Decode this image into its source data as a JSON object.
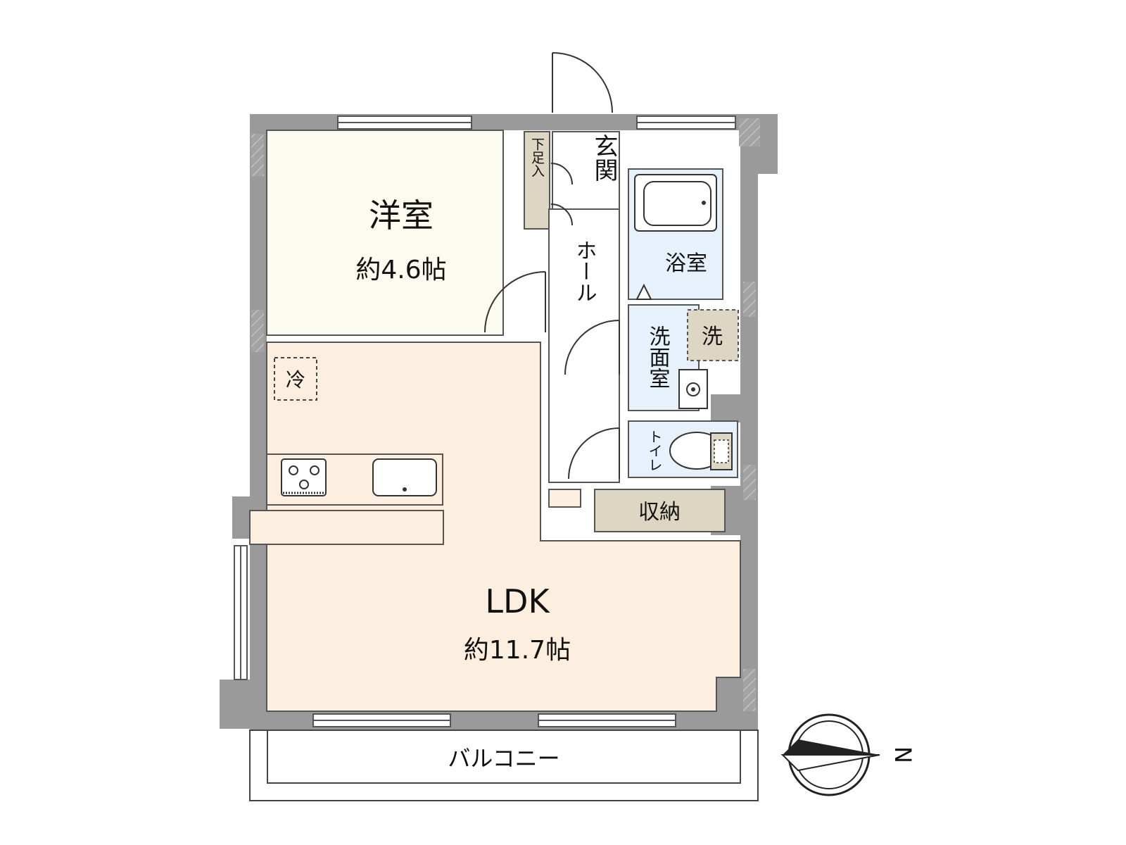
{
  "rooms": {
    "western": {
      "name": "洋室",
      "area": "約4.6帖"
    },
    "ldk": {
      "name": "LDK",
      "area": "約11.7帖"
    },
    "entrance": {
      "name": "玄関"
    },
    "shoe_box": {
      "name": "下足入"
    },
    "hall": {
      "name": "ホール"
    },
    "bath": {
      "name": "浴室"
    },
    "washroom": {
      "name": "洗面室"
    },
    "laundry": {
      "name": "洗"
    },
    "toilet": {
      "name": "トイレ"
    },
    "storage": {
      "name": "収納"
    },
    "fridge": {
      "name": "冷"
    },
    "balcony": {
      "name": "バルコニー"
    }
  },
  "compass": {
    "north_label": "N",
    "direction": "east"
  },
  "colors": {
    "wall": "#9a9a9a",
    "western_floor": "#fbfbef",
    "ldk_floor": "#fcefdf",
    "wet_floor": "#e6f1fb",
    "storage_fill": "#ddd6c3",
    "hall_floor": "#ffffff"
  },
  "icons": [
    "door-swing-icon",
    "bathtub-icon",
    "cooktop-icon",
    "kitchen-sink-icon",
    "toilet-icon",
    "washbasin-icon",
    "compass-icon",
    "window-icon"
  ]
}
